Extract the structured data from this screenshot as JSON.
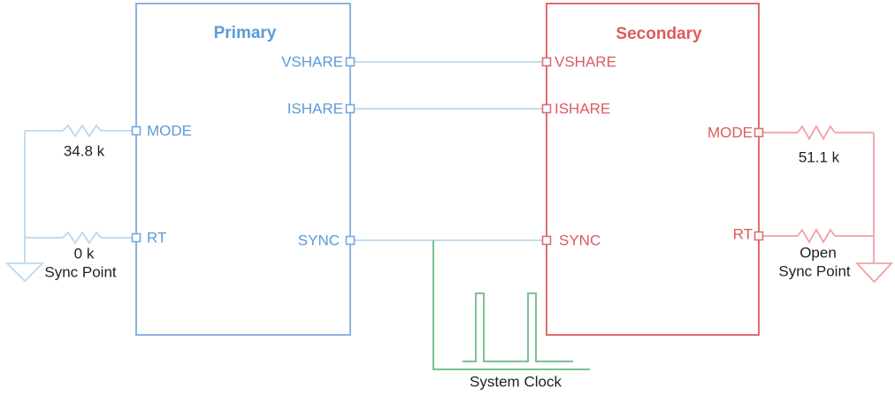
{
  "primary": {
    "title": "Primary",
    "pins": {
      "vshare": "VSHARE",
      "ishare": "ISHARE",
      "mode": "MODE",
      "rt": "RT",
      "sync": "SYNC"
    }
  },
  "secondary": {
    "title": "Secondary",
    "pins": {
      "vshare": "VSHARE",
      "ishare": "ISHARE",
      "mode": "MODE",
      "rt": "RT",
      "sync": "SYNC"
    }
  },
  "left_circuit": {
    "mode_resistor_value": "34.8 k",
    "rt_resistor_value": "0 k",
    "ground_label": "Sync Point"
  },
  "right_circuit": {
    "mode_resistor_value": "51.1 k",
    "rt_resistor_value": "Open",
    "ground_label": "Sync Point"
  },
  "clock": {
    "label": "System Clock"
  },
  "colors": {
    "primary_text": "#5B9BD5",
    "primary_border": "#8DB4E2",
    "primary_pin": "#74A9DC",
    "share_wire": "#BDD7EE",
    "secondary_text": "#DC5B5E",
    "secondary_border": "#E06C6E",
    "secondary_wire": "#EFA3A5",
    "secondary_pin": "#DD6E70",
    "clock_green": "#7AC294",
    "label_black": "#1F1F1F"
  }
}
